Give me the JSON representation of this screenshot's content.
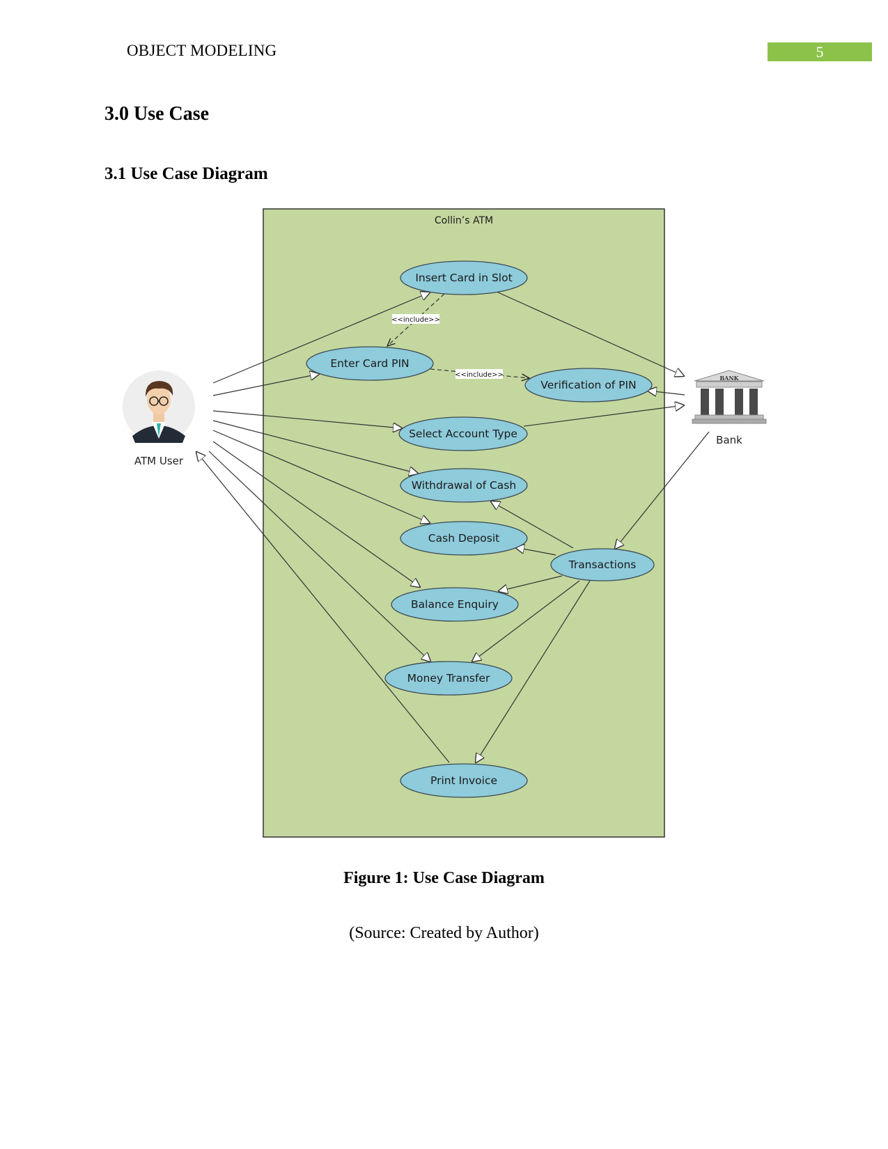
{
  "header": {
    "title": "OBJECT MODELING",
    "page_number": "5"
  },
  "section": {
    "heading": "3.0 Use Case",
    "subheading": "3.1 Use Case Diagram"
  },
  "diagram": {
    "system_name": "Collin’s ATM",
    "actors": {
      "user": "ATM User",
      "bank": "Bank",
      "bank_sign": "BANK"
    },
    "stereotype": "<<include>>",
    "use_cases": {
      "insert_card": "Insert Card in Slot",
      "enter_pin": "Enter Card PIN",
      "verify_pin": "Verification of PIN",
      "select_account": "Select Account Type",
      "withdrawal": "Withdrawal of Cash",
      "deposit": "Cash Deposit",
      "transactions": "Transactions",
      "balance": "Balance Enquiry",
      "transfer": "Money Transfer",
      "print_invoice": "Print Invoice"
    },
    "colors": {
      "system_fill": "#c4d79f",
      "use_case_fill": "#8ecbdb",
      "accent": "#8cc24a"
    }
  },
  "figure": {
    "caption": "Figure 1: Use Case Diagram",
    "source": "(Source: Created by Author)"
  }
}
